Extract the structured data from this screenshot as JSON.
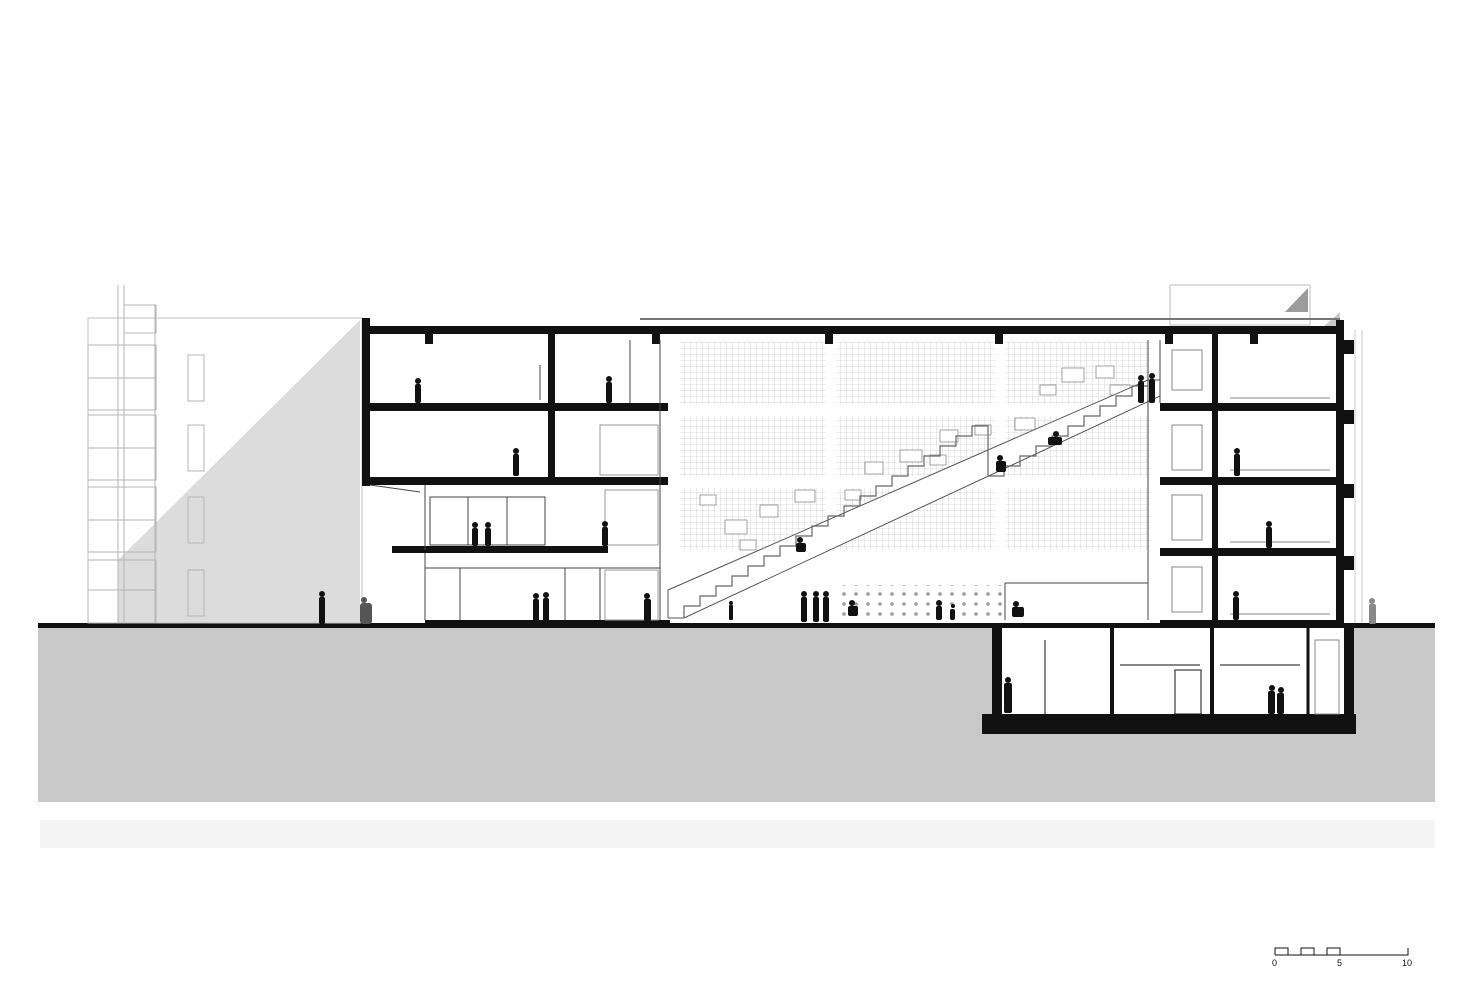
{
  "drawing": {
    "kind": "architectural-section",
    "colors": {
      "ground": "#c9c9c9",
      "context_building": "#dcdcdc",
      "context_lines": "#b5b5b5",
      "cut": "#111111",
      "glazing": "#9a9a9a",
      "background": "#ffffff"
    }
  },
  "scale_bar": {
    "labels": [
      "0",
      "5",
      "10"
    ]
  }
}
